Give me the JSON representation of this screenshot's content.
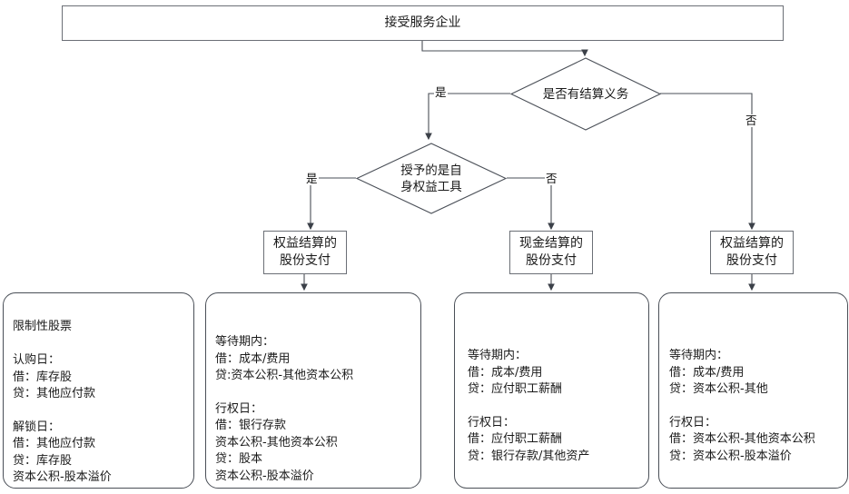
{
  "diagram": {
    "title_box": {
      "label": "接受服务企业"
    },
    "decisions": [
      {
        "id": "d1",
        "label": "是否有结算义务",
        "yes_label": "是",
        "no_label": "否"
      },
      {
        "id": "d2",
        "label": "授予的是自\n身权益工具",
        "yes_label": "是",
        "no_label": "否"
      }
    ],
    "category_boxes": [
      {
        "id": "c1",
        "label": "权益结算的\n股份支付"
      },
      {
        "id": "c2",
        "label": "现金结算的\n股份支付"
      },
      {
        "id": "c3",
        "label": "权益结算的\n股份支付"
      }
    ],
    "entry_cards": [
      {
        "id": "card1",
        "text": "限制性股票\n\n认购日：\n借：库存股\n  贷：其他应付款\n\n解锁日：\n借：其他应付款\n  贷：库存股\n      资本公积-股本溢价"
      },
      {
        "id": "card2",
        "text": "等待期内：\n借：成本/费用\n   贷:资本公积-其他资本公积\n\n行权日：\n借：银行存款\n    资本公积-其他资本公积\n   贷：股本\n      资本公积-股本溢价"
      },
      {
        "id": "card3",
        "text": "等待期内：\n借：成本/费用\n  贷：应付职工薪酬\n\n行权日：\n借：应付职工薪酬\n  贷：银行存款/其他资产"
      },
      {
        "id": "card4",
        "text": "等待期内：\n借：成本/费用\n  贷：资本公积-其他\n\n行权日：\n借：资本公积-其他资本公积\n  贷：资本公积-股本溢价"
      }
    ],
    "colors": {
      "line": "#4a4f57",
      "box_border": "#6b6f76",
      "card_border": "#4a4f57",
      "text": "#1a1a1a",
      "background": "#ffffff"
    }
  }
}
